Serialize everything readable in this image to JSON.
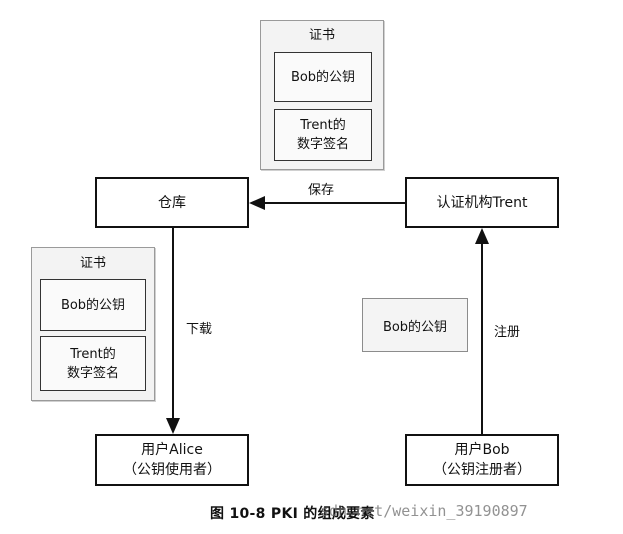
{
  "certificate_top": {
    "title": "证书",
    "public_key": "Bob的公钥",
    "signature_line1": "Trent的",
    "signature_line2": "数字签名"
  },
  "certificate_left": {
    "title": "证书",
    "public_key": "Bob的公钥",
    "signature_line1": "Trent的",
    "signature_line2": "数字签名"
  },
  "repository": {
    "label": "仓库"
  },
  "ca": {
    "label": "认证机构Trent"
  },
  "bob_public_key": {
    "label": "Bob的公钥"
  },
  "user_alice": {
    "line1": "用户Alice",
    "line2": "（公钥使用者）"
  },
  "user_bob": {
    "line1": "用户Bob",
    "line2": "（公钥注册者）"
  },
  "edges": {
    "save": "保存",
    "download": "下载",
    "register": "注册"
  },
  "caption": "图 10-8  PKI 的组成要素",
  "watermark": "sdn.net/weixin_39190897"
}
